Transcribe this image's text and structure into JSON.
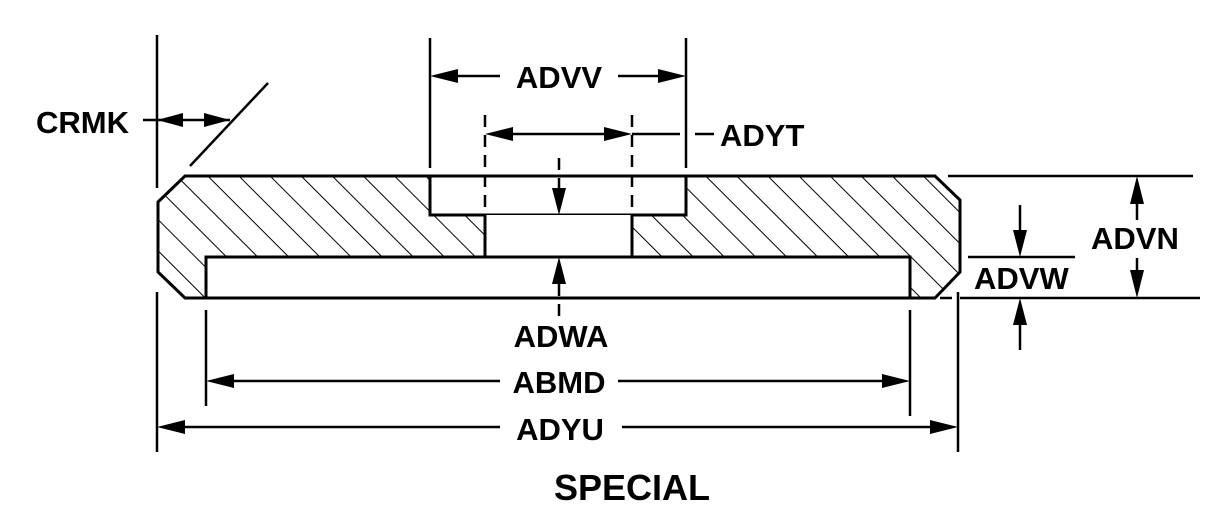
{
  "diagram": {
    "title": "SPECIAL",
    "labels": {
      "crmk": "CRMK",
      "advv": "ADVV",
      "adyt": "ADYT",
      "advn": "ADVN",
      "advw": "ADVW",
      "adwa": "ADWA",
      "abmd": "ABMD",
      "adyu": "ADYU"
    },
    "colors": {
      "line": "#000000",
      "background": "#ffffff"
    }
  }
}
